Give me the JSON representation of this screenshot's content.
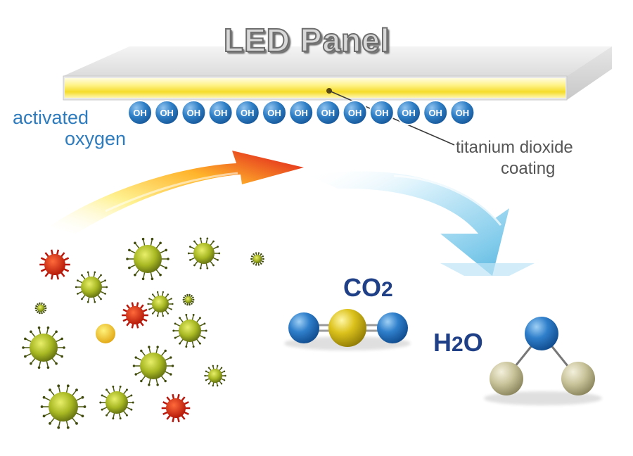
{
  "title": "LED Panel",
  "labels": {
    "activated_line1": "activated",
    "activated_line2": "oxygen",
    "coating_line1": "titanium dioxide",
    "coating_line2": "coating",
    "co2_main": "CO",
    "co2_sub": "2",
    "h2o_h": "H",
    "h2o_sub": "2",
    "h2o_o": "O"
  },
  "radicals": {
    "label": "OH",
    "count": 13
  },
  "colors": {
    "panel_light": "#fff9a8",
    "panel_strong": "#f2d21e",
    "radical_blue": "#1f6fb8",
    "label_blue": "#2e7bbd",
    "formula_navy": "#1f3f86",
    "carbon_yellow": "#d9c018",
    "oxygen_blue": "#1d6bb5",
    "hydrogen_beige": "#cfc9a2"
  }
}
